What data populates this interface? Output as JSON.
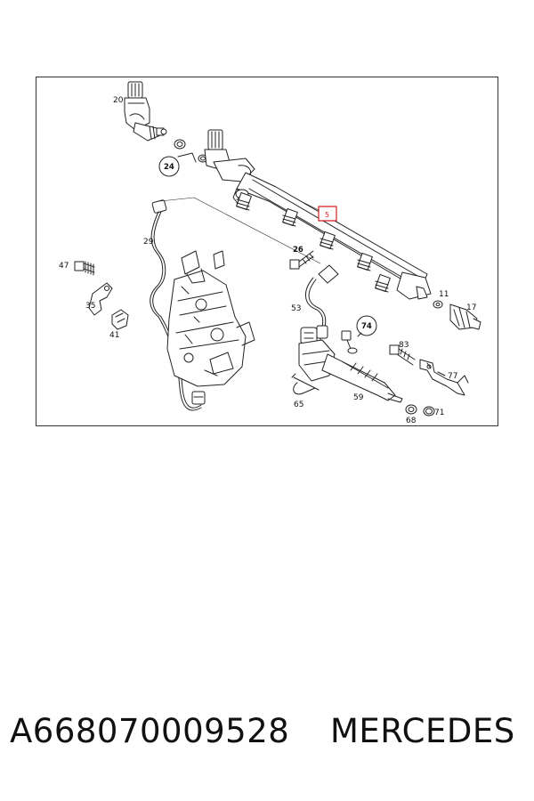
{
  "diagram": {
    "labels": {
      "p20": "20",
      "p24": "24",
      "p5": "5",
      "p29": "29",
      "p26": "26",
      "p47": "47",
      "p35": "35",
      "p41": "41",
      "p53": "53",
      "p74": "74",
      "p11": "11",
      "p17": "17",
      "p83": "83",
      "p77": "77",
      "p59": "59",
      "p65": "65",
      "p68": "68",
      "p71": "71"
    },
    "highlight_color": "#d21f1f"
  },
  "footer": {
    "part_number": "A668070009528",
    "brand": "MERCEDES"
  }
}
